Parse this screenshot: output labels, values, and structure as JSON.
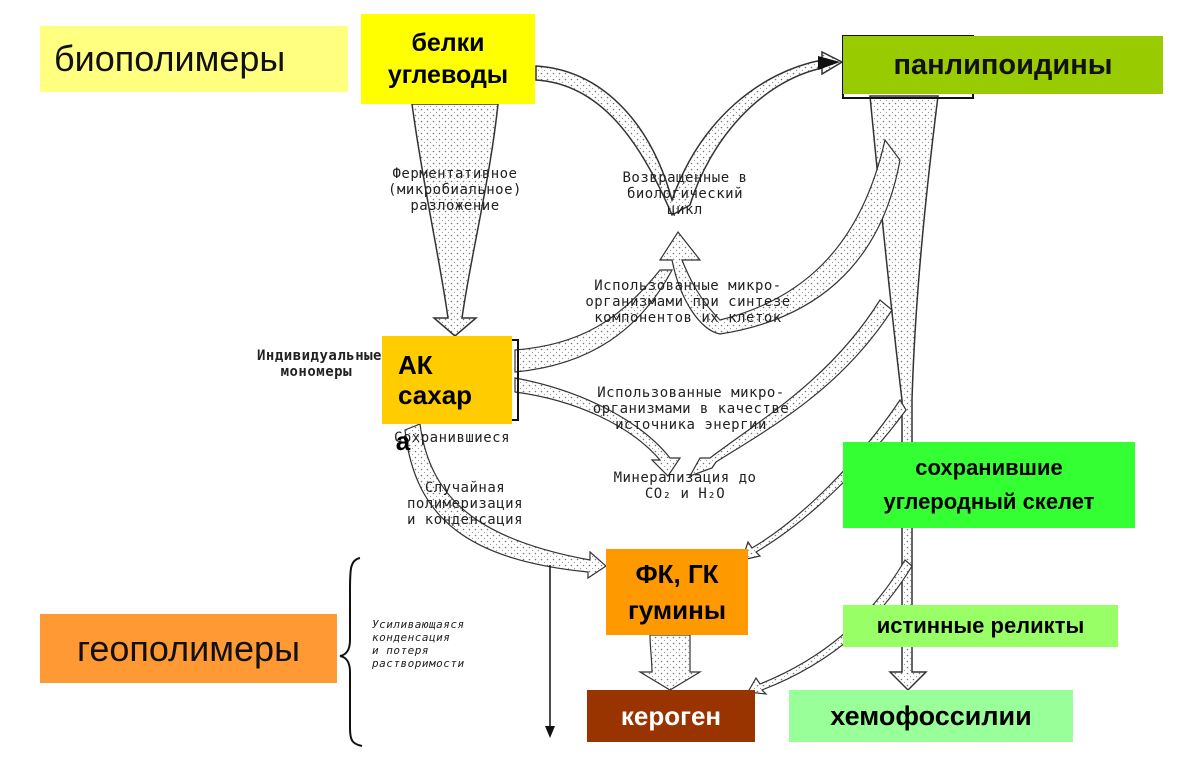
{
  "colors": {
    "biopolymers": "#ffff80",
    "proteins": "#ffff00",
    "panlipoidiny": "#99cc00",
    "monomers": "#ffcc00",
    "preserved_skeleton": "#33ff33",
    "humic": "#ff9900",
    "relicts": "#99ff66",
    "geopolymers": "#ff9933",
    "kerogen": "#993300",
    "chemofossils": "#99ff99"
  },
  "boxes": {
    "biopolymers": "биополимеры",
    "proteins_line1": "белки",
    "proteins_line2": "углеводы",
    "panlipoidiny": "панлипоидины",
    "monomers_line1": "АК",
    "monomers_line2": "сахар",
    "monomers_tail": "а",
    "preserved_line1": "сохранившие",
    "preserved_line2": "углеродный скелет",
    "humic_line1": "ФК, ГК",
    "humic_line2": "гумины",
    "relicts": "истинные реликты",
    "geopolymers": "геополимеры",
    "kerogen": "кероген",
    "chemofossils": "хемофоссилии"
  },
  "labels": {
    "enzymatic_1": "Ферментативное",
    "enzymatic_2": "(микробиальное)",
    "enzymatic_3": "разложение",
    "returned_1": "Возвращенные в",
    "returned_2": "биологический",
    "returned_3": "цикл",
    "used_synth_1": "Использованные микро-",
    "used_synth_2": "организмами при синтезе",
    "used_synth_3": "компонентов их клеток",
    "individual_1": "Индивидуальные",
    "individual_2": "мономеры",
    "used_energy_1": "Использованные микро-",
    "used_energy_2": "организмами в качестве",
    "used_energy_3": "источника энергии",
    "survived": "Сохранившиеся",
    "mineralization_1": "Минерализация до",
    "mineralization_2": "CO₂ и H₂O",
    "random_1": "Случайная",
    "random_2": "полимеризация",
    "random_3": "и конденсация",
    "condensation_1": "Усиливающаяся",
    "condensation_2": "конденсация",
    "condensation_3": "и потеря",
    "condensation_4": "растворимости"
  }
}
